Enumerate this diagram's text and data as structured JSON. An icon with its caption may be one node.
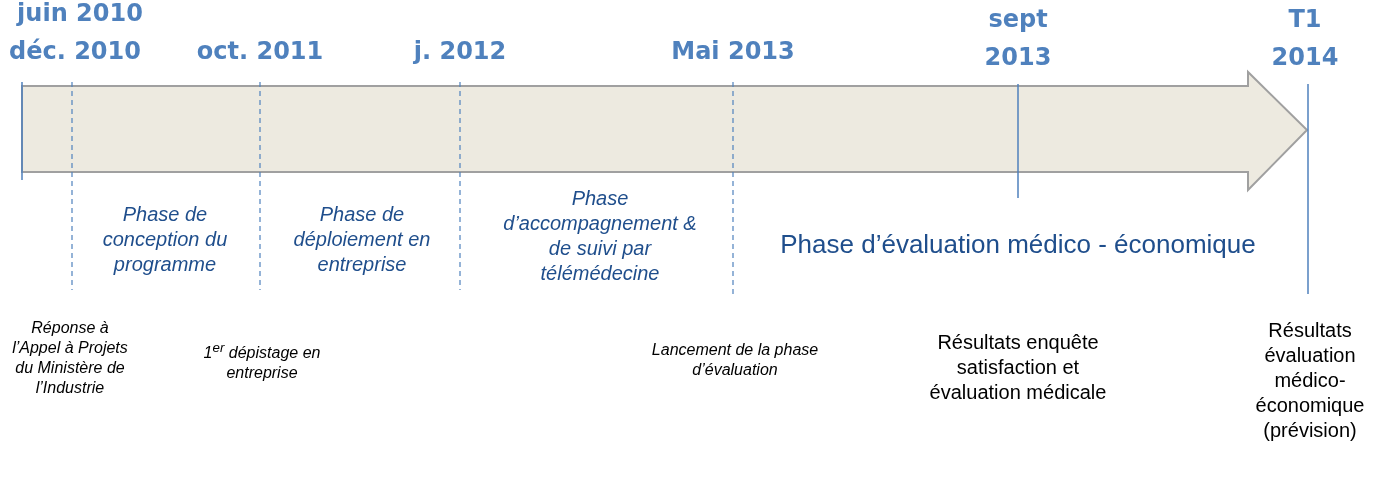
{
  "diagram": {
    "labels": [
      "juin 2010",
      "déc. 2010",
      "oct. 2011",
      "j. 2012",
      "Mai 2013",
      "sept 2013",
      "T1 2014",
      "Phase de conception du programme",
      "Phase de déploiement en entreprise",
      "Phase d’accompagnement & de suivi par télémédecine",
      "Phase d’évaluation médico - économique",
      "Réponse à l’Appel à Projets du Ministère de l’Industrie",
      "1$^{er}$ dépistage en entreprise",
      "Lancement de la phase d’évaluation",
      "Résultats enquête satisfaction et évaluation médicale",
      "Résultats évaluation médico- économique (prévision)"
    ]
  }
}
